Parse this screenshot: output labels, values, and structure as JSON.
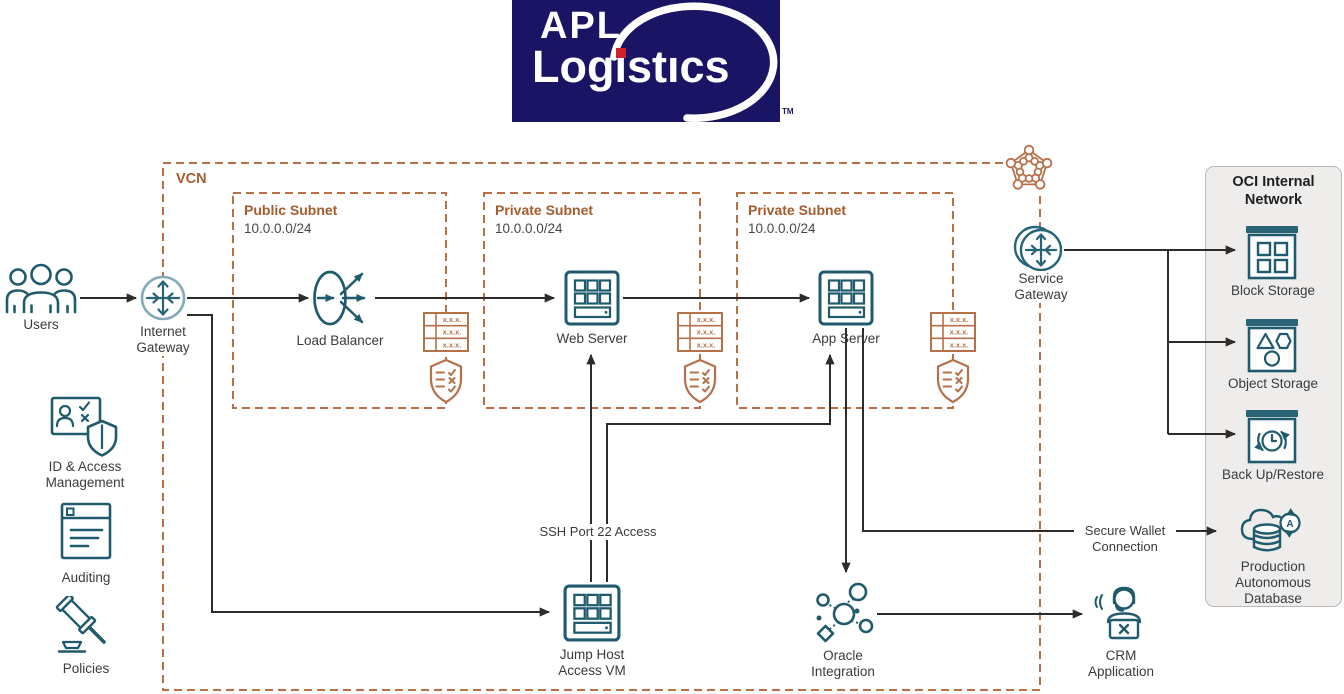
{
  "logo": {
    "line1": "APL",
    "line2": "Logistics",
    "line2_render": {
      "pre": "Log",
      "i": "ı",
      "rest": "stıcs"
    },
    "tm": "TM",
    "colors": {
      "bg": "#1a1464",
      "dot": "#cf2030",
      "text": "#ffffff"
    }
  },
  "vcn": {
    "label": "VCN"
  },
  "subnets": [
    {
      "title": "Public Subnet",
      "cidr": "10.0.0.0/24"
    },
    {
      "title": "Private Subnet",
      "cidr": "10.0.0.0/24"
    },
    {
      "title": "Private Subnet",
      "cidr": "10.0.0.0/24"
    }
  ],
  "route_table_text": "x.x.x.",
  "nodes": {
    "users": "Users",
    "internet_gateway": "Internet Gateway",
    "load_balancer": "Load Balancer",
    "web_server": "Web Server",
    "app_server": "App Server",
    "jump_host": "Jump Host Access VM",
    "oracle_integration": "Oracle Integration",
    "crm_application": "CRM Application",
    "service_gateway": "Service Gateway",
    "id_access_management": "ID & Access Management",
    "auditing": "Auditing",
    "policies": "Policies"
  },
  "connections": {
    "ssh": "SSH Port 22 Access",
    "wallet": "Secure Wallet Connection"
  },
  "panel": {
    "title": "OCI Internal Network",
    "items": [
      "Block Storage",
      "Object Storage",
      "Back Up/Restore",
      "Production Autonomous Database"
    ]
  },
  "colors": {
    "teal": "#1f5b6d",
    "orange": "#b5714a",
    "orange_text": "#a55c2c",
    "line": "#2e2c2a",
    "panel_bg": "#efedeb"
  }
}
